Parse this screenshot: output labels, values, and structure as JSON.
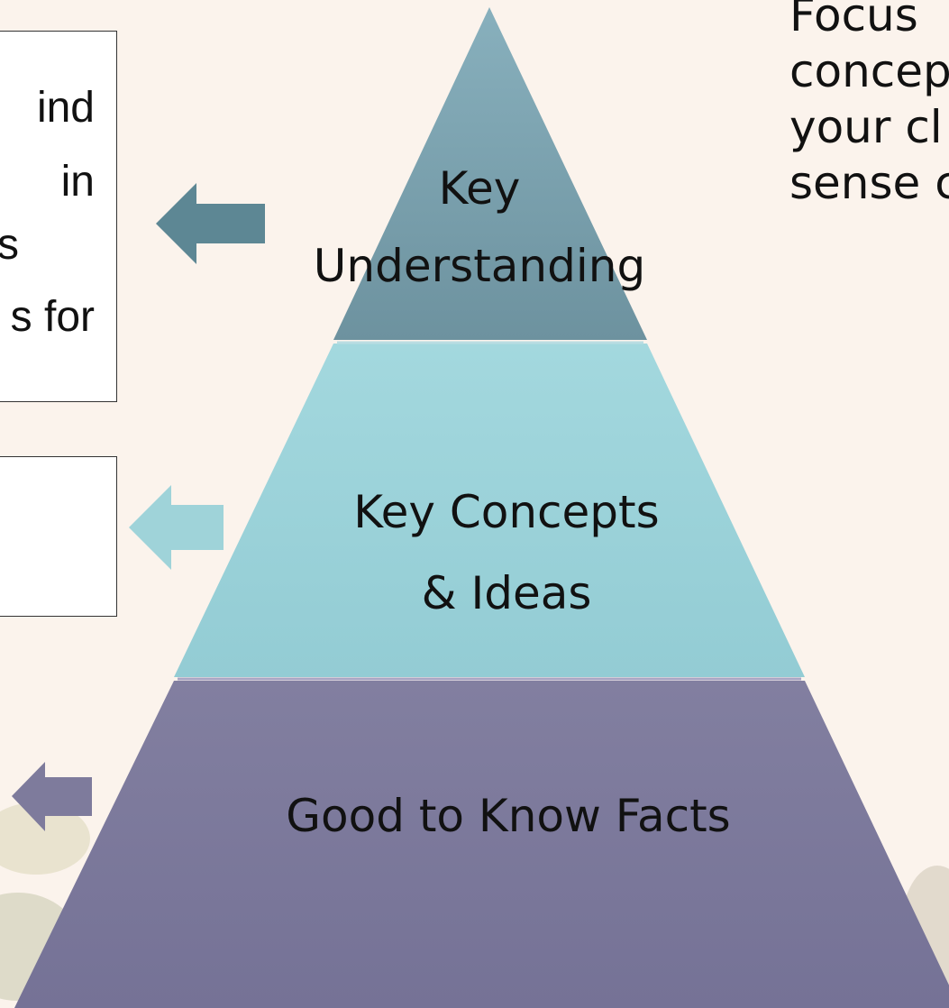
{
  "slide": {
    "background": "#fbf3ec",
    "right_text_lines": [
      "Focus",
      "concep",
      "your cl",
      "sense c"
    ],
    "left_box_top_lines": [
      "ind",
      "in",
      "s",
      "s for"
    ],
    "left_box_mid_lines": []
  },
  "pyramid": {
    "levels": [
      {
        "label_lines": [
          "Key",
          "Understanding"
        ],
        "color_top": "#88b0bd",
        "color_bottom": "#6d929f",
        "arrow_color": "#5d8794"
      },
      {
        "label_lines": [
          "Key Concepts",
          "& Ideas"
        ],
        "color_top": "#a1d6dc",
        "color_bottom": "#93ccd4",
        "arrow_color": "#95cfd6"
      },
      {
        "label_lines": [
          "Good to Know Facts"
        ],
        "color_top": "#7e7b9c",
        "color_bottom": "#78759a",
        "arrow_color": "#7e7b9c"
      }
    ]
  },
  "icons": {
    "arrows": [
      "arrow-left-icon",
      "arrow-left-icon",
      "arrow-left-icon"
    ]
  }
}
